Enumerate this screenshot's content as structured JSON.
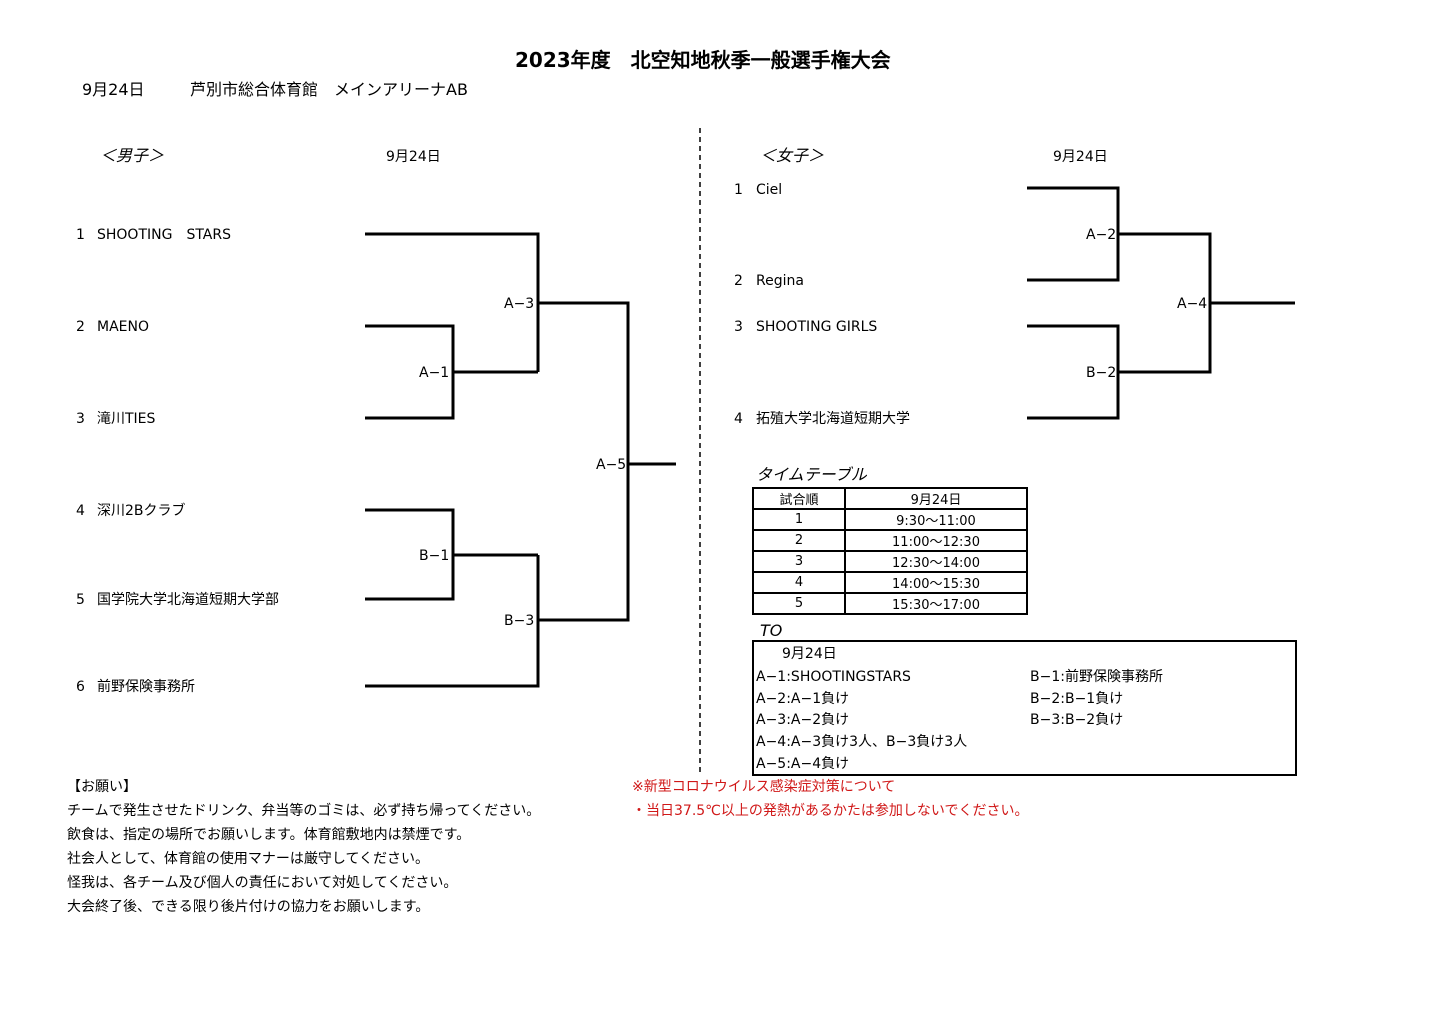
{
  "header": {
    "title": "2023年度　北空知地秋季一般選手権大会",
    "date": "9月24日",
    "venue": "芦別市総合体育館　メインアリーナAB"
  },
  "men": {
    "heading": "＜男子＞",
    "date": "9月24日",
    "teams": [
      {
        "no": "1",
        "name": "SHOOTING　STARS"
      },
      {
        "no": "2",
        "name": "MAENO"
      },
      {
        "no": "3",
        "name": "滝川TIES"
      },
      {
        "no": "4",
        "name": "深川2Bクラブ"
      },
      {
        "no": "5",
        "name": "国学院大学北海道短期大学部"
      },
      {
        "no": "6",
        "name": "前野保険事務所"
      }
    ],
    "games": {
      "a1": "A−1",
      "a3": "A−3",
      "a5": "A−5",
      "b1": "B−1",
      "b3": "B−3"
    }
  },
  "women": {
    "heading": "＜女子＞",
    "date": "9月24日",
    "teams": [
      {
        "no": "1",
        "name": "Ciel"
      },
      {
        "no": "2",
        "name": "Regina"
      },
      {
        "no": "3",
        "name": "SHOOTING GIRLS"
      },
      {
        "no": "4",
        "name": "拓殖大学北海道短期大学"
      }
    ],
    "games": {
      "a2": "A−2",
      "b2": "B−2",
      "a4": "A−4"
    }
  },
  "timetable": {
    "title": "タイムテーブル",
    "headers": [
      "試合順",
      "9月24日"
    ],
    "rows": [
      [
        "1",
        "9:30〜11:00"
      ],
      [
        "2",
        "11:00〜12:30"
      ],
      [
        "3",
        "12:30〜14:00"
      ],
      [
        "4",
        "14:00〜15:30"
      ],
      [
        "5",
        "15:30〜17:00"
      ]
    ]
  },
  "to": {
    "title": "TO",
    "date": "9月24日",
    "left": [
      "A−1:SHOOTINGSTARS",
      "A−2:A−1負け",
      "A−3:A−2負け",
      "A−4:A−3負け3人、B−3負け3人",
      "A−5:A−4負け"
    ],
    "right": [
      "B−1:前野保険事務所",
      "B−2:B−1負け",
      "B−3:B−2負け"
    ]
  },
  "notes": {
    "title": "【お願い】",
    "lines": [
      "チームで発生させたドリンク、弁当等のゴミは、必ず持ち帰ってください。",
      "飲食は、指定の場所でお願いします。体育館敷地内は禁煙です。",
      "社会人として、体育館の使用マナーは厳守してください。",
      "怪我は、各チーム及び個人の責任において対処してください。",
      "大会終了後、できる限り後片付けの協力をお願いします。"
    ]
  },
  "covid": {
    "title": "※新型コロナウイルス感染症対策について",
    "line": "・当日37.5℃以上の発熱があるかたは参加しないでください。"
  },
  "colors": {
    "red": "#d01818"
  }
}
